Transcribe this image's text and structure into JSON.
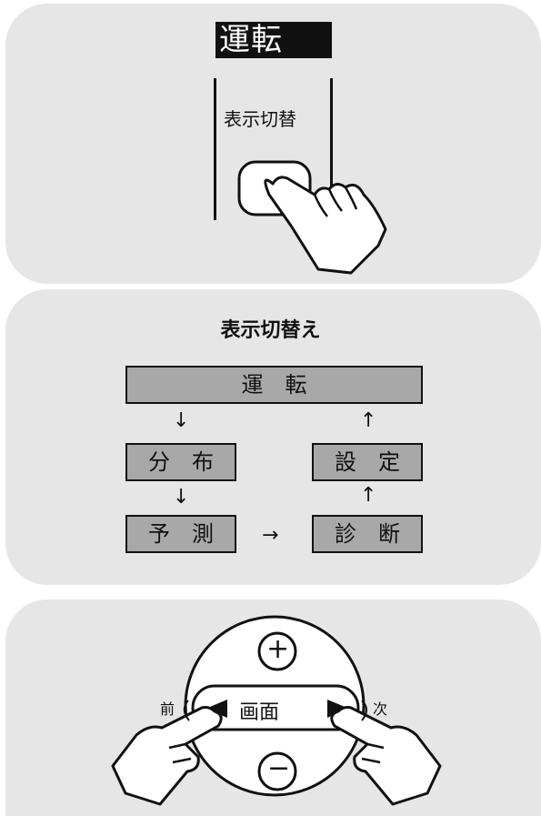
{
  "panel1": {
    "run_label": "運転",
    "switch_label": "表示切替"
  },
  "panel2": {
    "title": "表示切替え",
    "run": "運　転",
    "distribution": "分　布",
    "prediction": "予　測",
    "diagnosis": "診　断",
    "setting": "設　定",
    "arrow_down": "↓",
    "arrow_up": "↑",
    "arrow_right": "→"
  },
  "panel3": {
    "plus": "+",
    "minus": "−",
    "screen": "画面",
    "prev": "前",
    "next": "次"
  }
}
